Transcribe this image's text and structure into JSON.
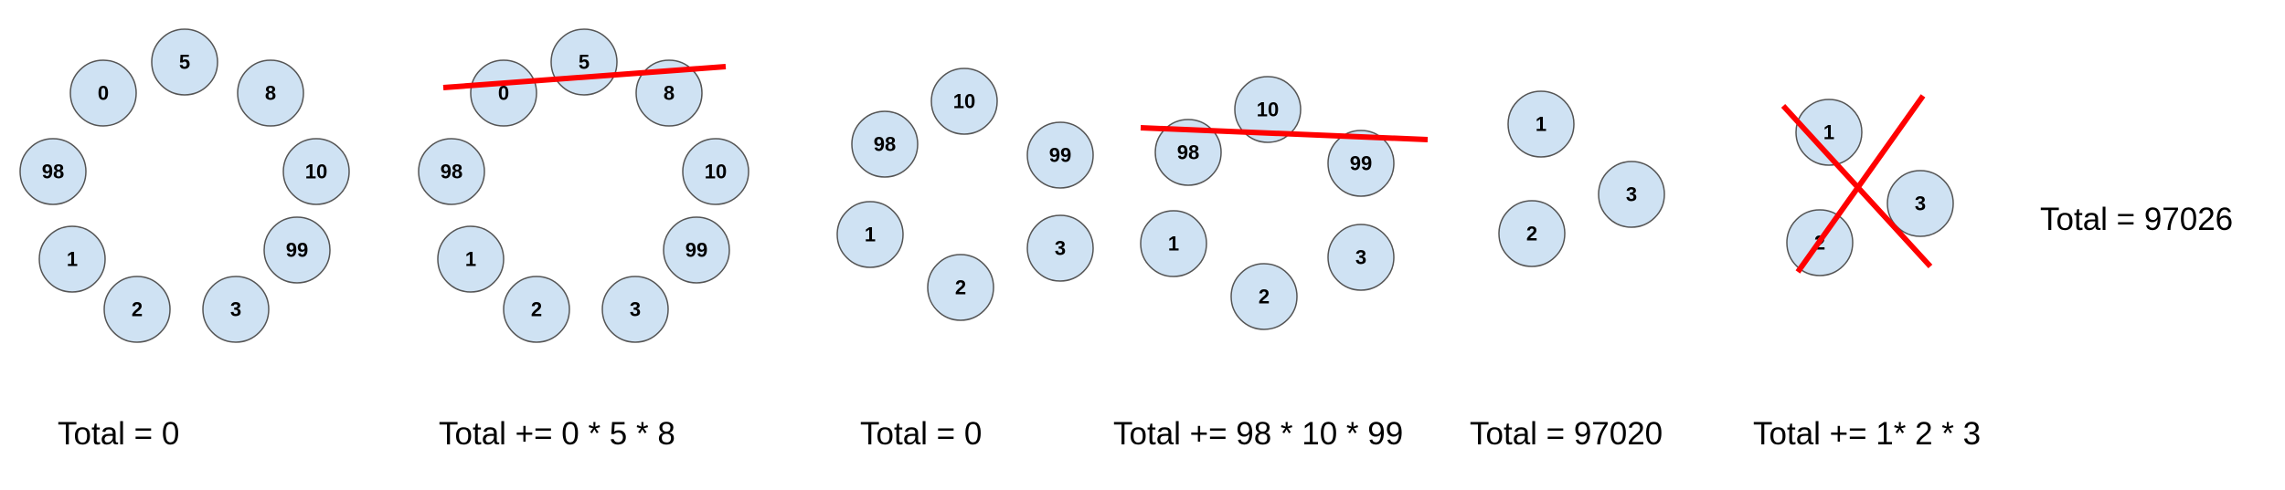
{
  "colors": {
    "node_fill": "#cfe2f3",
    "node_stroke": "#555555",
    "cut_line": "#ff0000",
    "text": "#000000"
  },
  "panels": [
    {
      "id": "p1",
      "caption": "Total = 0",
      "nodes": [
        "0",
        "5",
        "8",
        "98",
        "10",
        "1",
        "99",
        "2",
        "3"
      ]
    },
    {
      "id": "p2",
      "caption": "Total += 0 * 5 * 8",
      "nodes": [
        "0",
        "5",
        "8",
        "98",
        "10",
        "1",
        "99",
        "2",
        "3"
      ]
    },
    {
      "id": "p3",
      "caption": "Total = 0",
      "nodes": [
        "10",
        "98",
        "99",
        "1",
        "3",
        "2"
      ]
    },
    {
      "id": "p4",
      "caption": "Total += 98 * 10 * 99",
      "nodes": [
        "10",
        "98",
        "99",
        "1",
        "3",
        "2"
      ]
    },
    {
      "id": "p5",
      "caption": "Total = 97020",
      "nodes": [
        "1",
        "3",
        "2"
      ]
    },
    {
      "id": "p6",
      "caption": "Total += 1* 2 * 3",
      "nodes": [
        "1",
        "3",
        "2"
      ]
    }
  ],
  "final_total": "Total = 97026"
}
